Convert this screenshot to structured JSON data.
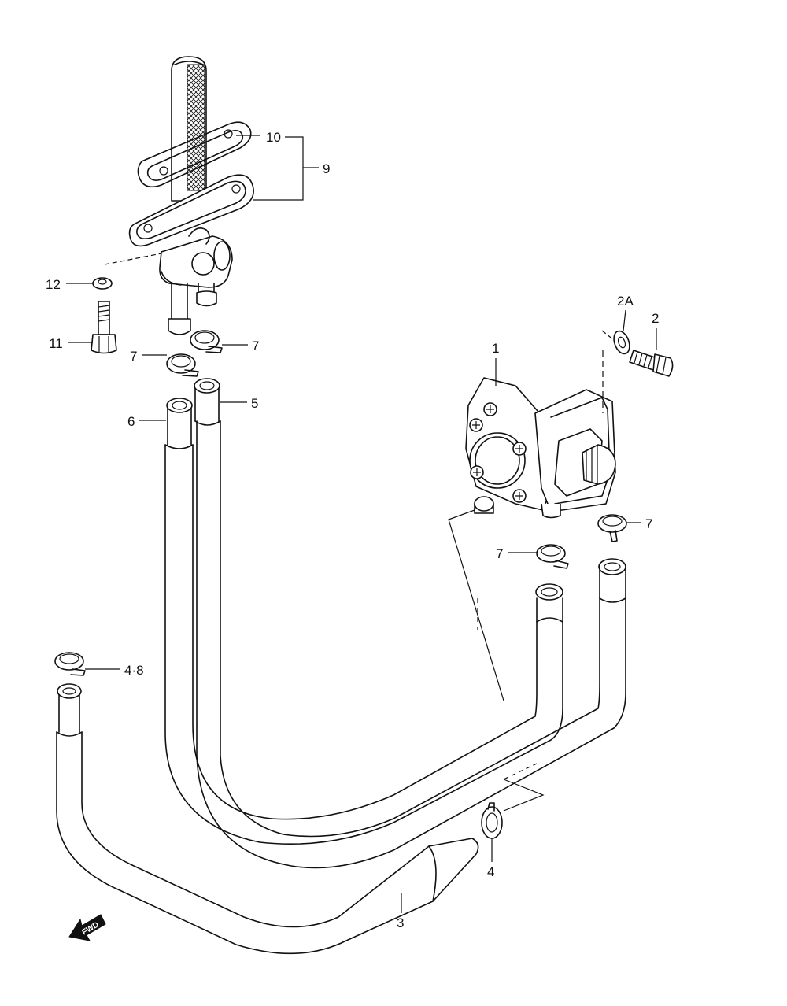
{
  "labels": {
    "p1": "1",
    "p2": "2",
    "p2a": "2A",
    "p3": "3",
    "p4a": "4",
    "p4b": "4·8",
    "p5": "5",
    "p6": "6",
    "p7a": "7",
    "p7b": "7",
    "p7c": "7",
    "p7d": "7",
    "p9": "9",
    "p10": "10",
    "p11": "11",
    "p12": "12"
  },
  "fwd_arrow": {
    "text": "FWD"
  },
  "colors": {
    "line": "#111111",
    "background": "#ffffff"
  }
}
